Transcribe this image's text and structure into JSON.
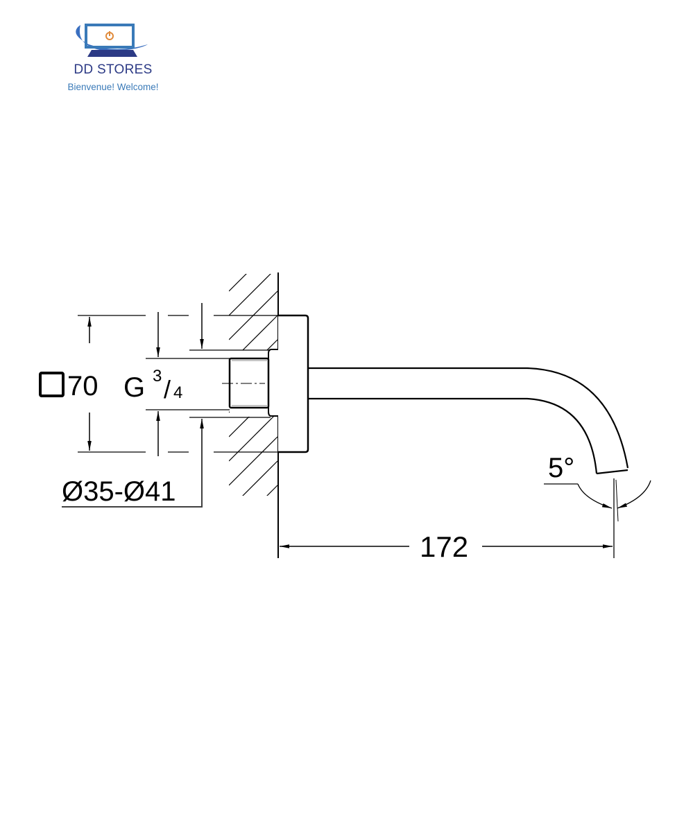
{
  "logo": {
    "title": "DD STORES",
    "subtitle": "Bienvenue! Welcome!",
    "icon": "laptop-power-icon",
    "colors": {
      "primary": "#2c3a85",
      "accent": "#3a7ab8",
      "power": "#e08a3a"
    }
  },
  "drawing": {
    "type": "technical-dimension-drawing",
    "subject": "wall-mounted spout",
    "dimensions": {
      "rosette_square": "70",
      "thread": {
        "prefix": "G",
        "num": "3",
        "den": "4"
      },
      "bore_diameter": "Ø35-Ø41",
      "projection": "172",
      "angle": "5°"
    }
  }
}
